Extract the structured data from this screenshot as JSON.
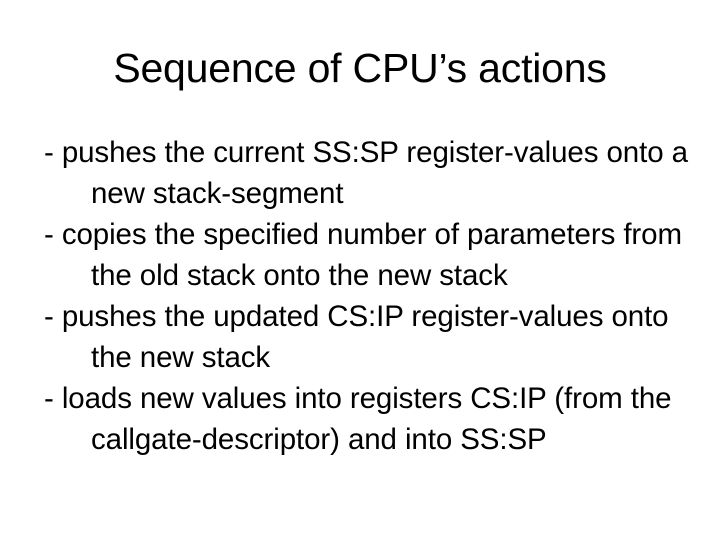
{
  "slide": {
    "title": "Sequence of CPU’s actions",
    "background_color": "#ffffff",
    "text_color": "#000000",
    "bullets": [
      {
        "marker": "-",
        "text": "- pushes the current SS:SP register-values onto a new stack-segment",
        "line1": "- pushes the current SS:SP register-values",
        "line2": "onto a new stack-segment"
      },
      {
        "marker": "-",
        "text": "- copies the specified number of parameters from the old stack onto the new stack",
        "line1": "- copies the specified number of parameters",
        "line2": "from the old stack onto the new stack"
      },
      {
        "marker": "-",
        "text": "- pushes the updated CS:IP register-values onto the new stack",
        "line1": "- pushes the updated CS:IP register-values",
        "line2": "onto the new stack"
      },
      {
        "marker": "-",
        "text": "- loads new values into registers CS:IP (from the callgate-descriptor) and into SS:SP",
        "line1": "- loads new values into registers CS:IP (from",
        "line2": "the callgate-descriptor) and into SS:SP"
      }
    ]
  }
}
